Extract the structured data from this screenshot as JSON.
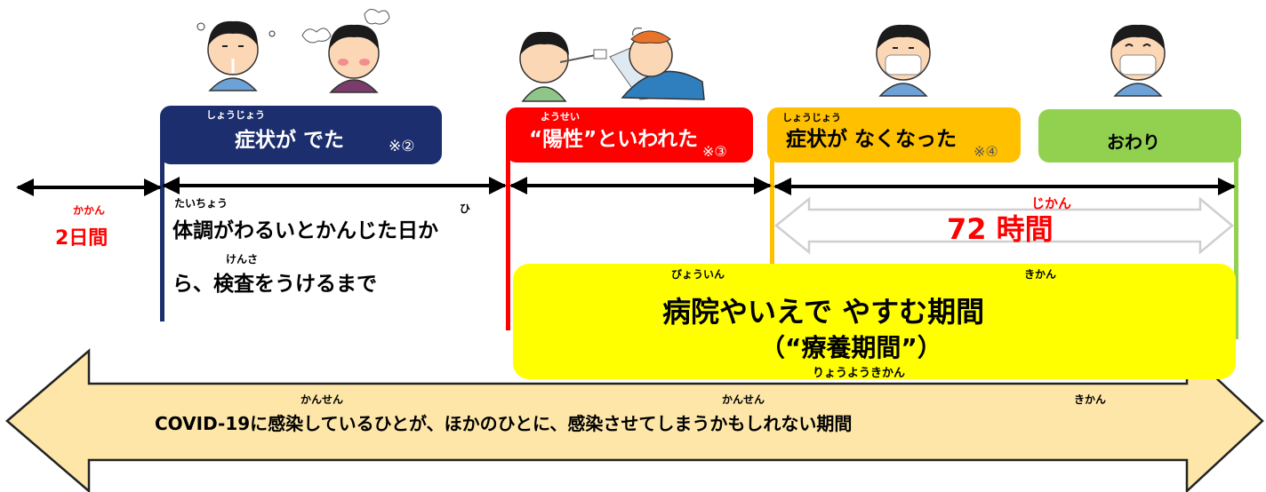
{
  "stages": {
    "symptom": {
      "ruby": "しょうじょう",
      "label": "症状が でた",
      "note": "※②",
      "color": "#1c2e6e"
    },
    "positive": {
      "ruby": "ようせい",
      "label": "“陽性”といわれた",
      "note": "※③",
      "color": "#ff0000"
    },
    "recovered": {
      "ruby": "しょうじょう",
      "label": "症状が なくなった",
      "note": "※④",
      "color": "#ffc000"
    },
    "end": {
      "label": "おわり",
      "color": "#92d050"
    }
  },
  "timeline": {
    "before": {
      "ruby": "かかん",
      "label": "2日間",
      "color": "#ff0000"
    },
    "exam": {
      "ruby1": "たいちょう",
      "ruby_hi": "ひ",
      "line1": "体調がわるいとかんじた日か",
      "ruby2": "けんさ",
      "line2": "ら、検査をうけるまで"
    },
    "hours": {
      "ruby": "じかん",
      "label": "72 時間",
      "color": "#ff0000"
    }
  },
  "recuperation": {
    "ruby1": "びょういん",
    "ruby2": "きかん",
    "line1": "病院やいえで やすむ期間",
    "line2": "（“療養期間”）",
    "ruby3": "りょうようきかん",
    "color": "#ffff00"
  },
  "infectious": {
    "ruby1": "かんせん",
    "ruby2": "かんせん",
    "ruby3": "きかん",
    "label": "COVID-19に感染しているひとが、ほかのひとに、感染させてしまうかもしれない期間",
    "color": "#fde6a8"
  },
  "illustrations": [
    "sneezing-person",
    "sick-person-with-fever",
    "swab-test-person",
    "person-in-bed",
    "masked-person",
    "masked-person"
  ]
}
